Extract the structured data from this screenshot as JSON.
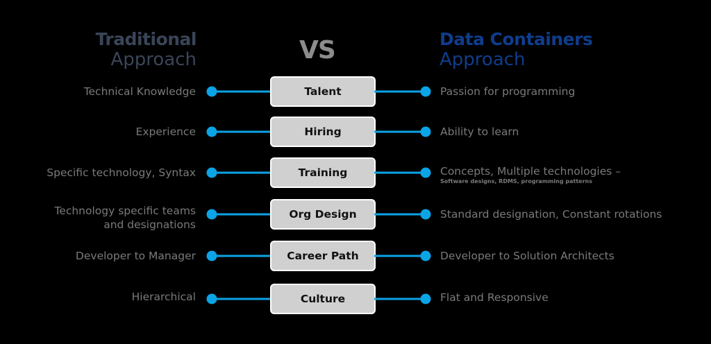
{
  "header": {
    "left": {
      "bold": "Traditional",
      "normal": "Approach"
    },
    "vs": "VS",
    "right": {
      "bold": "Data Containers",
      "normal": "Approach"
    }
  },
  "colors": {
    "accent": "#0ba4e6",
    "left_title": "#3a4558",
    "right_title": "#0f3d8c",
    "text": "#7a7a7a",
    "box": "#d0d0d0"
  },
  "rows": [
    {
      "category": "Talent",
      "traditional": "Technical Knowledge",
      "data_containers": "Passion for programming",
      "data_containers_sub": ""
    },
    {
      "category": "Hiring",
      "traditional": "Experience",
      "data_containers": "Ability to learn",
      "data_containers_sub": ""
    },
    {
      "category": "Training",
      "traditional": "Specific technology,  Syntax",
      "data_containers": "Concepts, Multiple technologies –",
      "data_containers_sub": "Software designs, RDMS, programming patterns"
    },
    {
      "category": "Org Design",
      "traditional": "Technology specific teams and designations",
      "traditional_line1": "Technology specific teams",
      "traditional_line2": "and designations",
      "data_containers": "Standard designation, Constant rotations",
      "data_containers_sub": ""
    },
    {
      "category": "Career Path",
      "traditional": "Developer to Manager",
      "data_containers": "Developer to Solution Architects",
      "data_containers_sub": ""
    },
    {
      "category": "Culture",
      "traditional": "Hierarchical",
      "data_containers": "Flat and Responsive",
      "data_containers_sub": ""
    }
  ]
}
